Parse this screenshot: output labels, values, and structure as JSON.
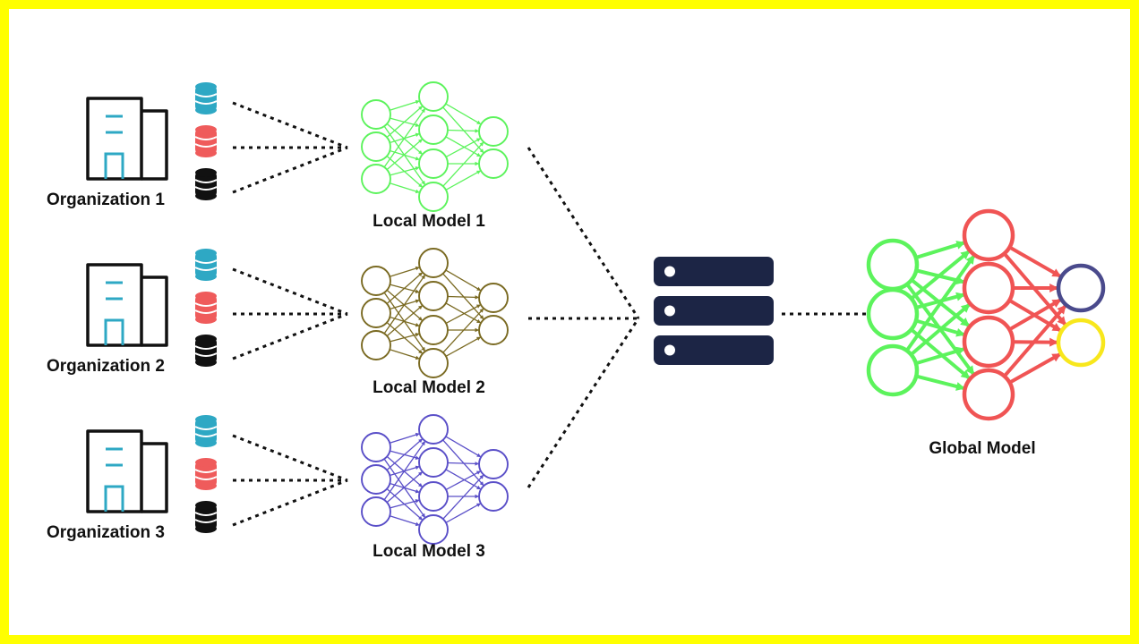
{
  "organizations": [
    {
      "label": "Organization 1"
    },
    {
      "label": "Organization 2"
    },
    {
      "label": "Organization 3"
    }
  ],
  "local_models": [
    {
      "label": "Local Model 1",
      "color": "#5cf35c"
    },
    {
      "label": "Local Model 2",
      "color": "#7a6a22"
    },
    {
      "label": "Local Model 3",
      "color": "#5a4fc8"
    }
  ],
  "server": {
    "icon": "server-icon",
    "color": "#1c2545"
  },
  "global_model": {
    "label": "Global Model",
    "input_color": "#5cf35c",
    "hidden_color": "#f05454",
    "output_colors": [
      "#4a4a8c",
      "#f8e71c"
    ]
  },
  "database_colors": [
    "#2ea8c4",
    "#ef5b5b",
    "#111111"
  ],
  "building_color": "#111111",
  "building_accent": "#2ea8c4",
  "frame_color": "#ffff00"
}
